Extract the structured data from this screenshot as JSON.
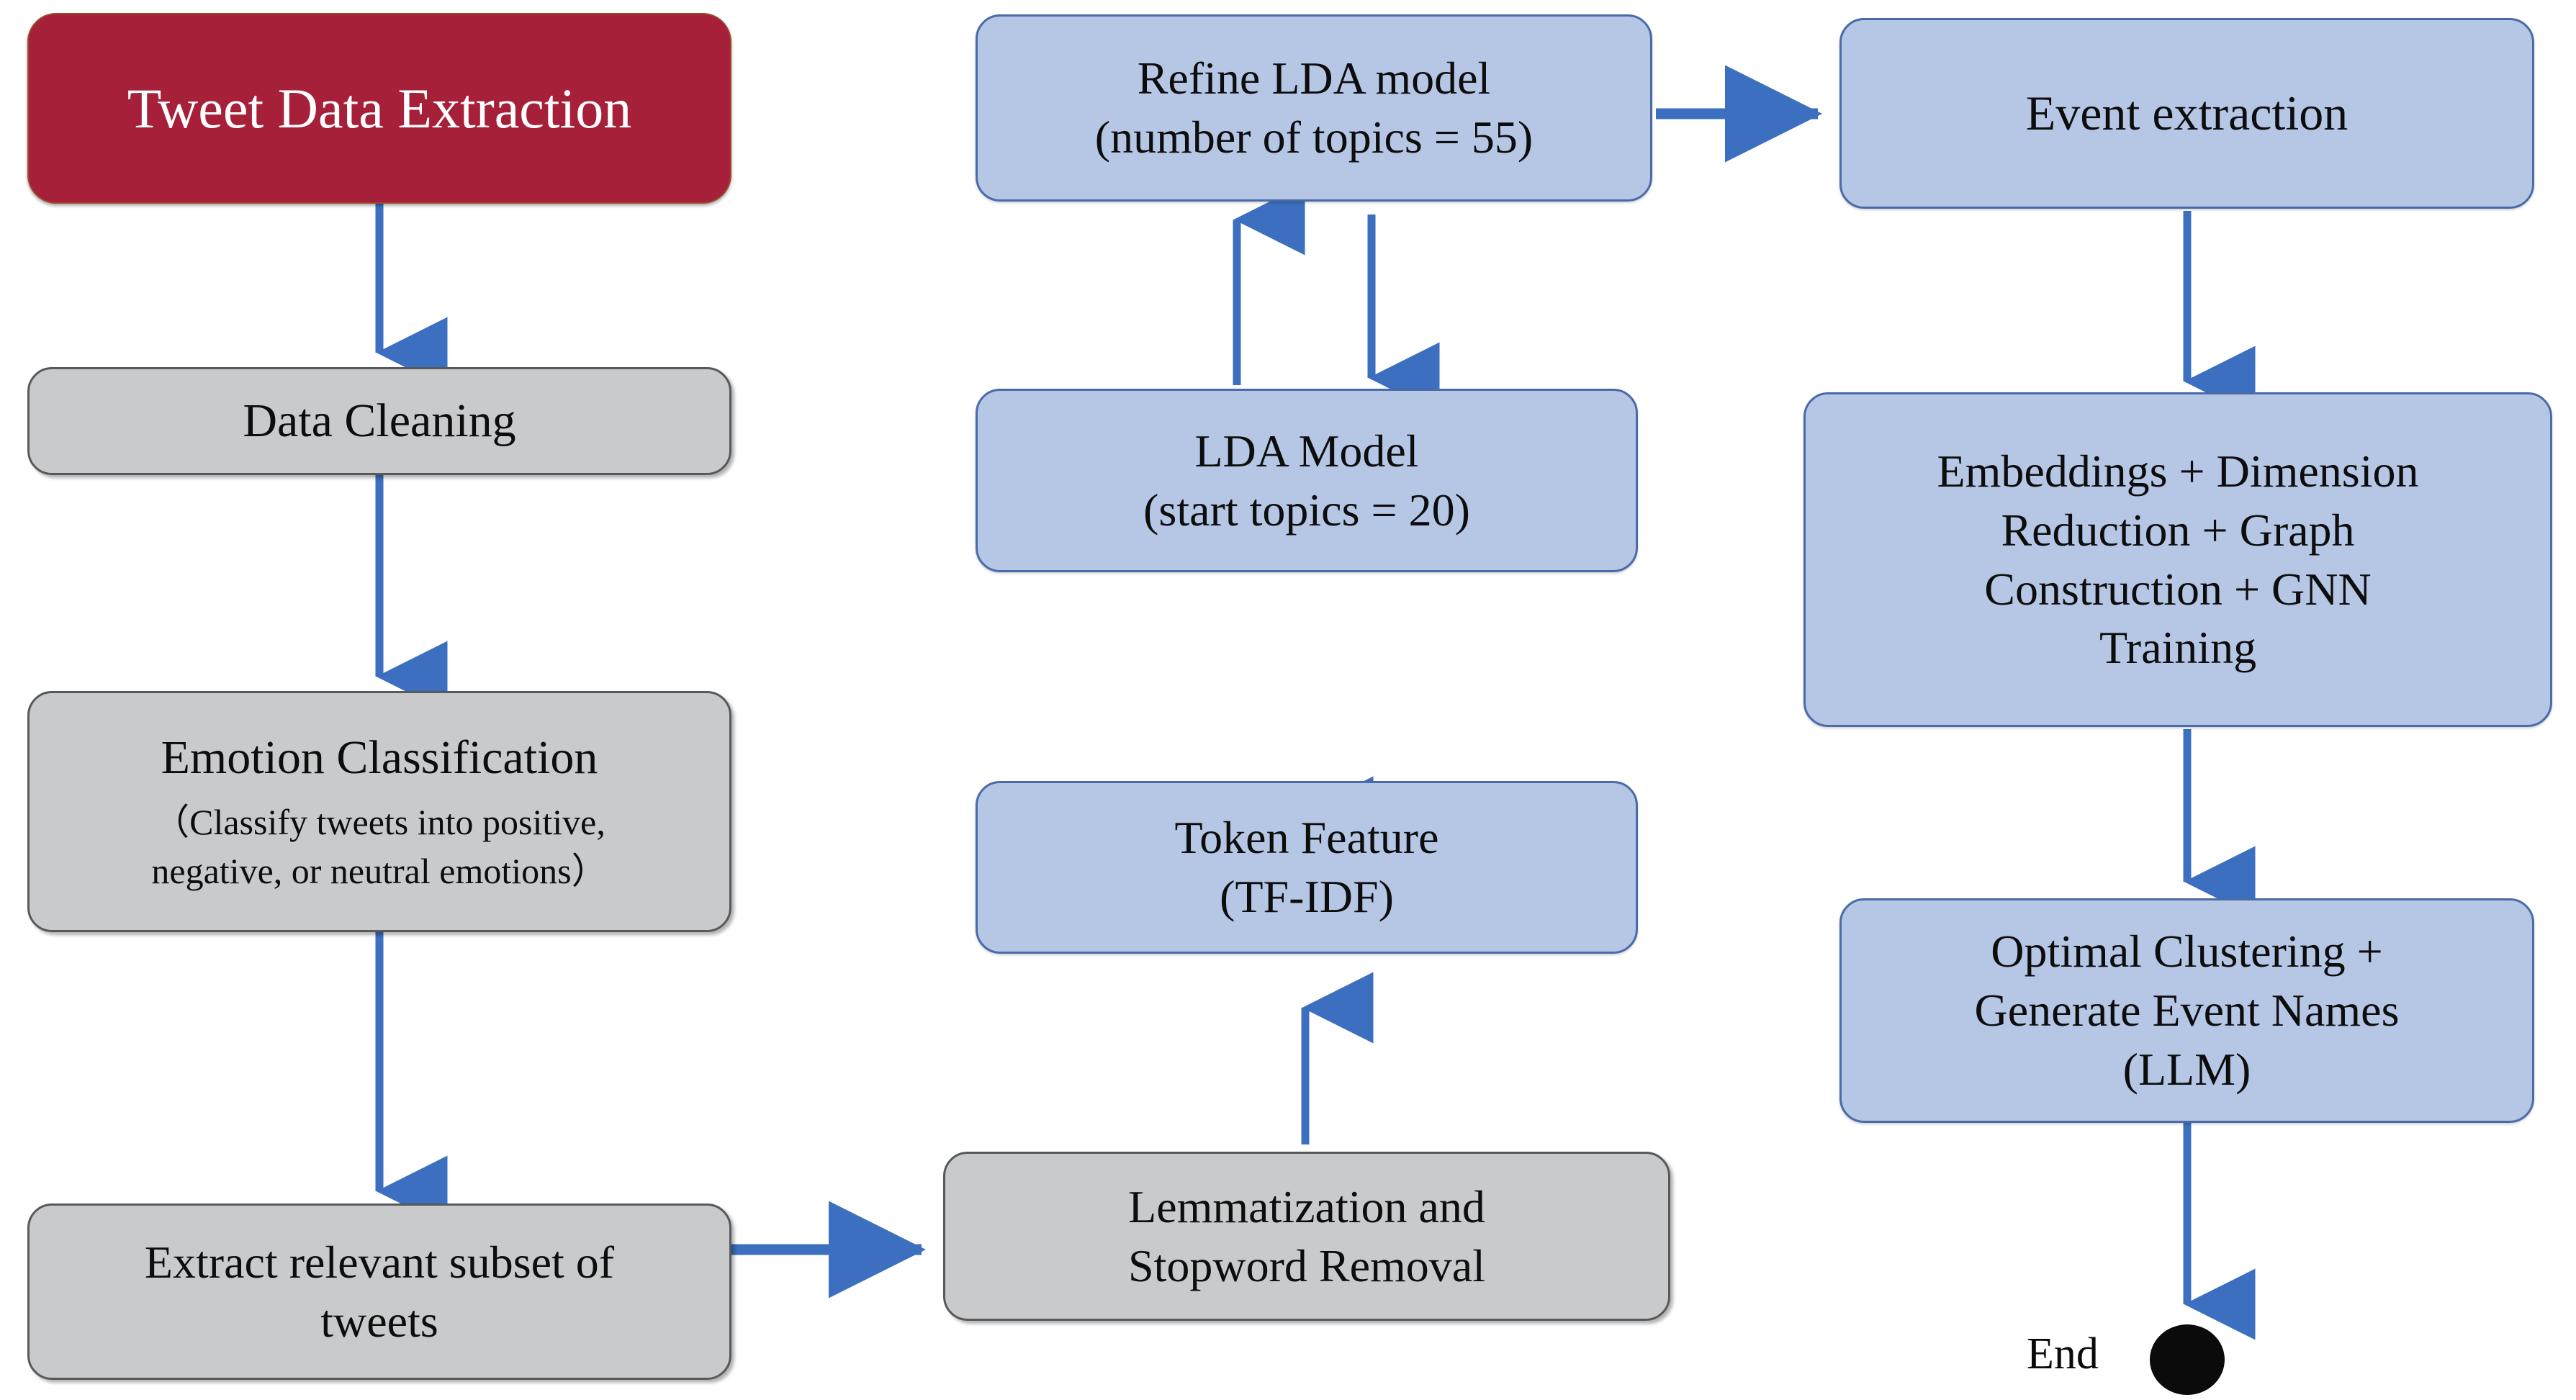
{
  "diagram": {
    "type": "flowchart",
    "title": "Tweet analysis and event extraction pipeline",
    "colors": {
      "start_fill": "#A52038",
      "start_text": "#FFFFFF",
      "gray_fill": "#C9CACC",
      "gray_border": "#58595B",
      "blue_fill": "#B6C7E6",
      "blue_border": "#4B6BA8",
      "arrow": "#3C6FBF",
      "end_dot": "#0B0B0B",
      "background": "#FFFFFF"
    },
    "nodes": [
      {
        "id": "tweet-data-extraction",
        "label": "Tweet Data Extraction",
        "shape": "rounded-rect",
        "style": "start",
        "column": "left"
      },
      {
        "id": "data-cleaning",
        "label": "Data Cleaning",
        "shape": "rounded-rect",
        "style": "gray",
        "column": "left"
      },
      {
        "id": "emotion-classification",
        "label": "Emotion Classification",
        "sublabel": "（Classify tweets into positive,\nnegative, or neutral emotions）",
        "shape": "rounded-rect",
        "style": "gray",
        "column": "left"
      },
      {
        "id": "extract-relevant-subset",
        "label": "Extract relevant subset of\ntweets",
        "shape": "rounded-rect",
        "style": "gray",
        "column": "left"
      },
      {
        "id": "lemmatization-stopword-removal",
        "label": "Lemmatization and\nStopword Removal",
        "shape": "rounded-rect",
        "style": "gray",
        "column": "middle"
      },
      {
        "id": "token-feature",
        "label": "Token Feature\n(TF-IDF)",
        "shape": "rounded-rect",
        "style": "blue",
        "column": "middle"
      },
      {
        "id": "lda-model",
        "label": "LDA Model\n(start topics = 20)",
        "shape": "rounded-rect",
        "style": "blue",
        "column": "middle"
      },
      {
        "id": "refine-lda-model",
        "label": "Refine LDA model\n(number of topics = 55)",
        "shape": "rounded-rect",
        "style": "blue",
        "column": "middle"
      },
      {
        "id": "event-extraction",
        "label": "Event extraction",
        "shape": "rounded-rect",
        "style": "blue",
        "column": "right"
      },
      {
        "id": "embeddings-gnn",
        "label": "Embeddings + Dimension\nReduction + Graph\nConstruction + GNN\nTraining",
        "shape": "rounded-rect",
        "style": "blue",
        "column": "right"
      },
      {
        "id": "optimal-clustering",
        "label": "Optimal Clustering +\nGenerate Event Names\n(LLM)",
        "shape": "rounded-rect",
        "style": "blue",
        "column": "right"
      },
      {
        "id": "end",
        "label": "End",
        "shape": "filled-circle",
        "style": "terminator",
        "column": "right"
      }
    ],
    "edges": [
      {
        "from": "tweet-data-extraction",
        "to": "data-cleaning",
        "direction": "down"
      },
      {
        "from": "data-cleaning",
        "to": "emotion-classification",
        "direction": "down"
      },
      {
        "from": "emotion-classification",
        "to": "extract-relevant-subset",
        "direction": "down"
      },
      {
        "from": "extract-relevant-subset",
        "to": "lemmatization-stopword-removal",
        "direction": "right"
      },
      {
        "from": "lemmatization-stopword-removal",
        "to": "token-feature",
        "direction": "up"
      },
      {
        "from": "token-feature",
        "to": "lda-model",
        "direction": "up"
      },
      {
        "from": "lda-model",
        "to": "refine-lda-model",
        "direction": "up"
      },
      {
        "from": "refine-lda-model",
        "to": "lda-model",
        "direction": "down"
      },
      {
        "from": "refine-lda-model",
        "to": "event-extraction",
        "direction": "right"
      },
      {
        "from": "event-extraction",
        "to": "embeddings-gnn",
        "direction": "down"
      },
      {
        "from": "embeddings-gnn",
        "to": "optimal-clustering",
        "direction": "down"
      },
      {
        "from": "optimal-clustering",
        "to": "end",
        "direction": "down"
      }
    ]
  }
}
